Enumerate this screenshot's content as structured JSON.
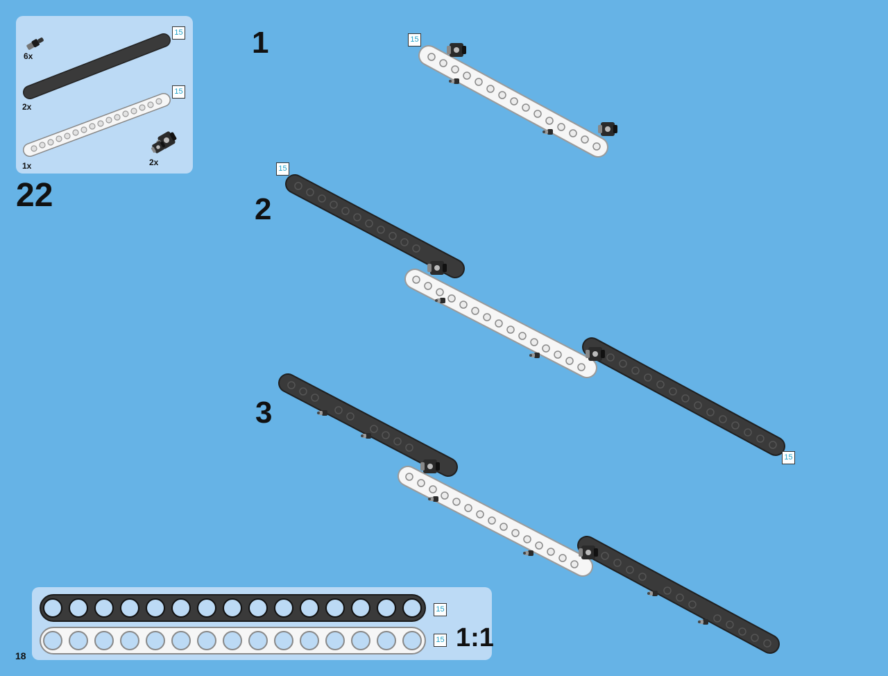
{
  "step_number": "22",
  "page_number": "18",
  "parts_list": {
    "items": [
      {
        "name": "connector-pin",
        "quantity": "6x"
      },
      {
        "name": "beam-15-dark-gray",
        "quantity": "2x",
        "length": "15"
      },
      {
        "name": "beam-15-white",
        "quantity": "1x",
        "length": "15"
      },
      {
        "name": "double-pin-connector",
        "quantity": "2x"
      }
    ]
  },
  "substeps": [
    {
      "number": "1",
      "length_tags": [
        "15"
      ]
    },
    {
      "number": "2",
      "length_tags": [
        "15",
        "15"
      ]
    },
    {
      "number": "3",
      "length_tags": []
    }
  ],
  "scale_ruler": {
    "dark_beam_length": "15",
    "white_beam_length": "15",
    "scale_label": "1:1"
  },
  "colors": {
    "background": "#66b3e6",
    "panel": "#bcdaf5",
    "dark_beam": "#3a3a3a",
    "white_beam": "#f4f4f4",
    "length_text": "#1ea0c8"
  }
}
